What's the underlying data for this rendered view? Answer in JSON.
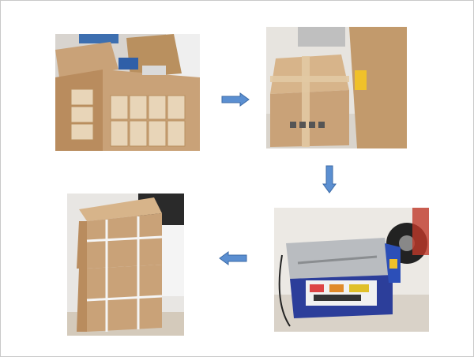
{
  "colors": {
    "arrow_fill": "#5b8fd1",
    "arrow_stroke": "#3b6aa6",
    "cardboard": "#c9a278",
    "cardboard_dark": "#a9825a",
    "machine_blue": "#2c3e9a",
    "wall": "#e9e6e2"
  },
  "steps": [
    {
      "id": "step-1",
      "description_icon": "open-carton-photo"
    },
    {
      "id": "step-2",
      "description_icon": "taped-carton-photo"
    },
    {
      "id": "step-3",
      "description_icon": "strapping-machine-photo"
    },
    {
      "id": "step-4",
      "description_icon": "strapped-cartons-photo"
    }
  ],
  "arrows": [
    {
      "id": "arrow-1",
      "direction": "right"
    },
    {
      "id": "arrow-2",
      "direction": "down"
    },
    {
      "id": "arrow-3",
      "direction": "left"
    }
  ]
}
